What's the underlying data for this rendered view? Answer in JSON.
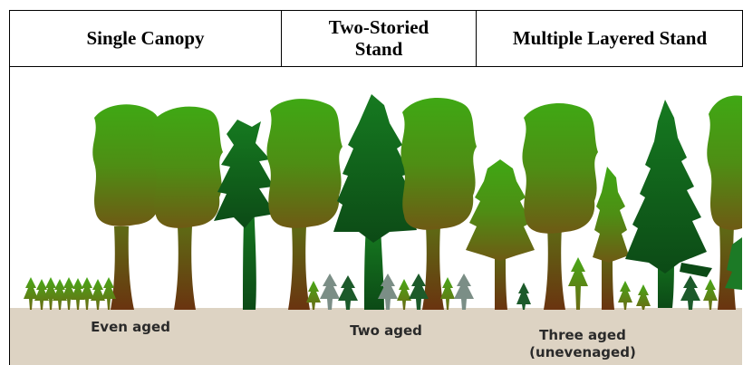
{
  "header": {
    "col1": "Single Canopy",
    "col2_line1": "Two-Storied",
    "col2_line2": "Stand",
    "col3": "Multiple Layered Stand"
  },
  "labels": {
    "even": "Even aged",
    "two": "Two aged",
    "three_line1": "Three aged",
    "three_line2": "(unevenaged)"
  },
  "colors": {
    "ground": "#ddd3c3",
    "canopy_top": "#44a814",
    "canopy_bottom": "#6b5a14",
    "conifer_dark": "#0f5a18",
    "trunk": "#6a3a10"
  }
}
